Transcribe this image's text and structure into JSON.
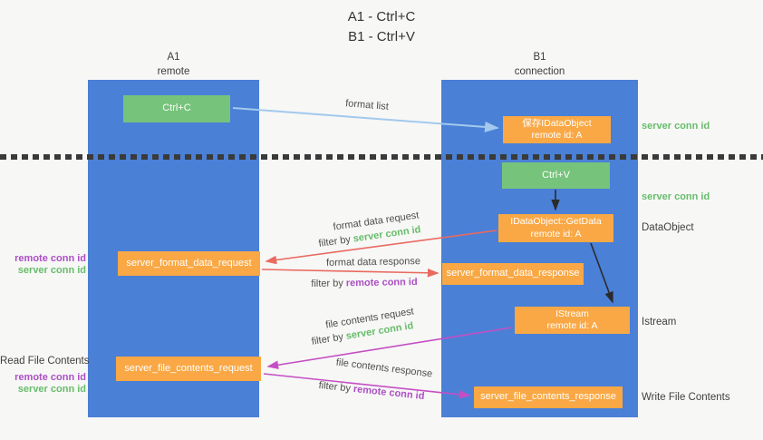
{
  "title": {
    "line1": "A1 - Ctrl+C",
    "line2": "B1 - Ctrl+V"
  },
  "lanes": {
    "left": {
      "title": "A1",
      "subtitle": "remote"
    },
    "right": {
      "title": "B1",
      "subtitle": "connection"
    }
  },
  "nodes": {
    "ctrl_c": {
      "label": "Ctrl+C"
    },
    "save_idataobject": {
      "line1": "保存IDataObject",
      "line2": "remote id: A"
    },
    "ctrl_v": {
      "label": "Ctrl+V"
    },
    "idataobject_getdata": {
      "line1": "IDataObject::GetData",
      "line2": "remote id: A"
    },
    "server_format_data_request": {
      "label": "server_format_data_request"
    },
    "server_format_data_response": {
      "label": "server_format_data_response"
    },
    "istream": {
      "line1": "IStream",
      "line2": "remote id: A"
    },
    "server_file_contents_request": {
      "label": "server_file_contents_request"
    },
    "server_file_contents_response": {
      "label": "server_file_contents_response"
    }
  },
  "side_labels": {
    "right": {
      "server_conn_id_top": "server conn id",
      "server_conn_id_mid": "server conn id",
      "dataobject": "DataObject",
      "istream": "Istream",
      "write_file_contents": "Write File Contents"
    },
    "left": {
      "remote_conn_id_top": "remote conn id",
      "server_conn_id_top": "server conn id",
      "read_file_contents": "Read File Contents",
      "remote_conn_id_bottom": "remote conn id",
      "server_conn_id_bottom": "server conn id"
    }
  },
  "arrows": {
    "format_list": {
      "label": "format list"
    },
    "format_data_request": {
      "label": "format data request",
      "filter_prefix": "filter by",
      "filter_key": "server conn id"
    },
    "format_data_response": {
      "label": "format data response",
      "filter_prefix": "filter by",
      "filter_key": "remote conn id"
    },
    "file_contents_request": {
      "label": "file contents request",
      "filter_prefix": "filter by",
      "filter_key": "server conn id"
    },
    "file_contents_response": {
      "label": "file contents response",
      "filter_prefix": "filter by",
      "filter_key": "remote conn id"
    }
  },
  "colors": {
    "lane_blue": "#4a80d6",
    "green_box": "#76c37b",
    "orange_box": "#f9a845",
    "green_text": "#67bd6a",
    "purple_text": "#ac4fc4",
    "red_arrow": "#e96a5f",
    "magenta_arrow": "#c44fc4",
    "light_blue_arrow": "#a3c9ed",
    "black_arrow": "#2b2b2b"
  }
}
